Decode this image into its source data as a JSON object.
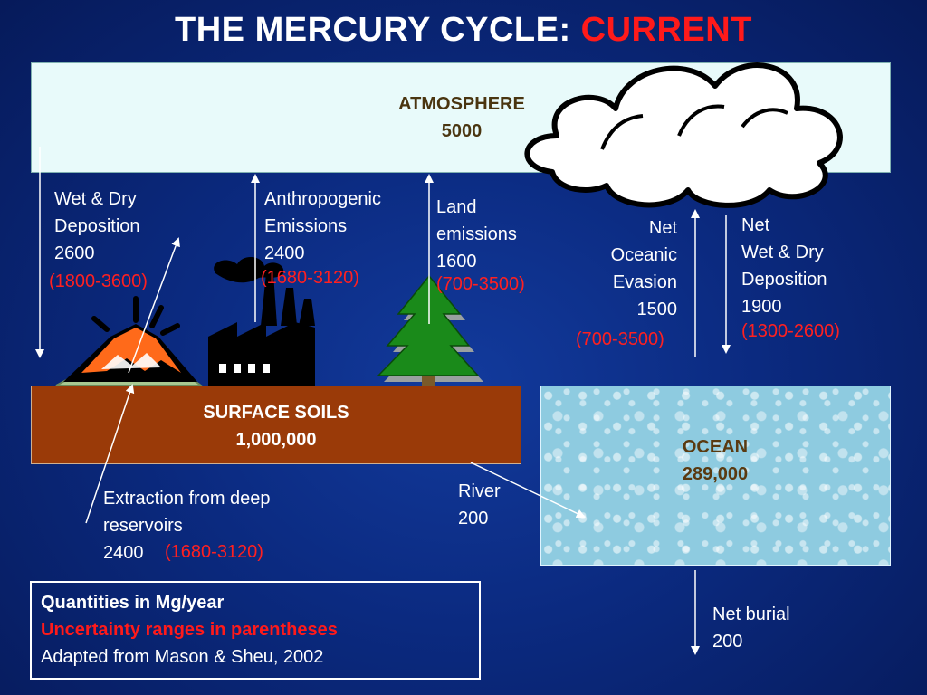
{
  "title": {
    "main": "THE MERCURY CYCLE:",
    "highlight": "CURRENT"
  },
  "atmosphere": {
    "name": "ATMOSPHERE",
    "value": "5000"
  },
  "surface_soils": {
    "name": "SURFACE SOILS",
    "value": "1,000,000"
  },
  "ocean": {
    "name": "OCEAN",
    "value": "289,000"
  },
  "fluxes": {
    "wet_dry_deposition_land": {
      "line1": "Wet & Dry",
      "line2": "Deposition",
      "value": "2600",
      "range": "(1800-3600)"
    },
    "anthropogenic": {
      "line1": "Anthropogenic",
      "line2": "Emissions",
      "value": "2400",
      "range": "(1680-3120)"
    },
    "land_emissions": {
      "line1": "Land",
      "line2": "emissions",
      "value": "1600",
      "range": "(700-3500)"
    },
    "net_oceanic_evasion": {
      "line1": "Net",
      "line2": "Oceanic",
      "line3": "Evasion",
      "value": "1500",
      "range": "(700-3500)"
    },
    "net_wet_dry_ocean": {
      "line1": "Net",
      "line2": "Wet & Dry",
      "line3": "Deposition",
      "value": "1900",
      "range": "(1300-2600)"
    },
    "extraction": {
      "line1": "Extraction from deep",
      "line2": "reservoirs",
      "value": "2400",
      "range": "(1680-3120)"
    },
    "river": {
      "line1": "River",
      "value": "200"
    },
    "net_burial": {
      "line1": "Net burial",
      "value": "200"
    }
  },
  "legend": {
    "units": "Quantities in Mg/year",
    "uncertainty": "Uncertainty ranges in parentheses",
    "source": "Adapted from Mason & Sheu, 2002"
  },
  "colors": {
    "background": "#0b2a80",
    "atmosphere": "#e8fafa",
    "soils": "#9a3a08",
    "ocean": "#8ecbe0",
    "range_text": "#ff2020",
    "highlight": "#ff1a1a",
    "box_label": "#5a3a10"
  },
  "icons": [
    "cloud-icon",
    "volcano-icon",
    "factory-icon",
    "pine-tree-icon"
  ]
}
